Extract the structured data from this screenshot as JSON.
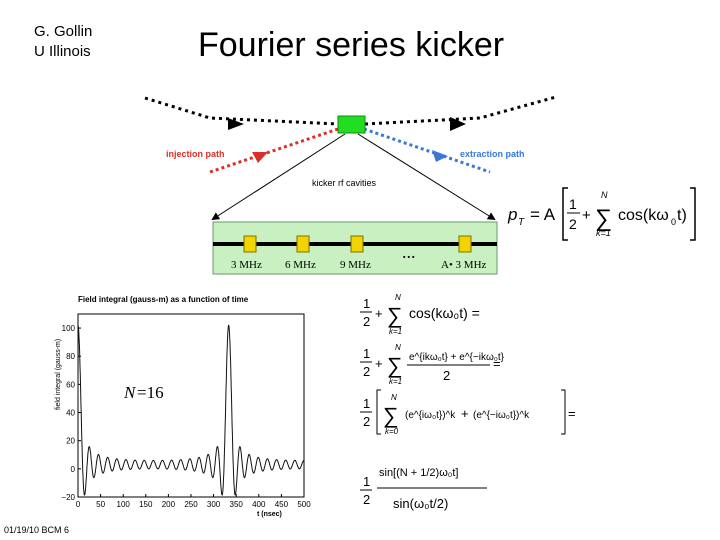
{
  "header": {
    "author_line1": "G. Gollin",
    "author_line2": "U Illinois",
    "title": "Fourier series kicker"
  },
  "diagram": {
    "injection_label": "injection path",
    "extraction_label": "extraction path",
    "cavities_label": "kicker rf cavities",
    "cavity_freqs": [
      "3 MHz",
      "6 MHz",
      "9 MHz",
      "A• 3 MHz"
    ],
    "ellipsis": "...",
    "colors": {
      "injection": "#d9302a",
      "extraction": "#3a78d8",
      "kicker_box": "#22dd22",
      "cavity_band": "#c8f0c0",
      "cavity": "#f2d400"
    }
  },
  "formula": {
    "lhs": "p",
    "lhs_sub": "T",
    "equals": "= A",
    "half": "1",
    "two": "2",
    "sum_top": "N",
    "sum_bottom": "k=1",
    "cos": "cos(kω",
    "cos_sub": "0",
    "cos_end": "t)"
  },
  "plot": {
    "title": "Field integral (gauss-m) as a function of time",
    "ylabel": "field integral (gauss-m)",
    "xlabel": "t (nsec)",
    "annotation_var": "N",
    "annotation_val": "=16",
    "x_ticks": [
      "0",
      "50",
      "100",
      "150",
      "200",
      "250",
      "300",
      "350",
      "400",
      "450",
      "500"
    ],
    "y_ticks": [
      "−20",
      "0",
      "20",
      "40",
      "60",
      "80",
      "100"
    ]
  },
  "derivation": {
    "line1": {
      "a": "1",
      "b": "2",
      "plus": "+",
      "sum": "∑",
      "top": "N",
      "bottom": "k=1",
      "body": "cos(kω₀t) ="
    },
    "line2": {
      "a": "1",
      "b": "2",
      "plus": "+",
      "sum": "∑",
      "top": "N",
      "bottom": "k=1",
      "num": "e^{ikω₀t} + e^{−ikω₀t}",
      "den": "2",
      "eq": "="
    },
    "line3": {
      "a": "1",
      "b": "2",
      "sum": "∑",
      "top": "N",
      "bottom": "k=0",
      "term1": "(e^{iω₀t})^k",
      "plus": "+",
      "term2": "(e^{−iω₀t})^k",
      "eq": "="
    },
    "line4": {
      "a": "1",
      "b": "2",
      "num": "sin[(N + 1/2)ω₀t]",
      "den": "sin(ω₀t/2)"
    }
  },
  "footer": {
    "text": "01/19/10 BCM 6"
  }
}
